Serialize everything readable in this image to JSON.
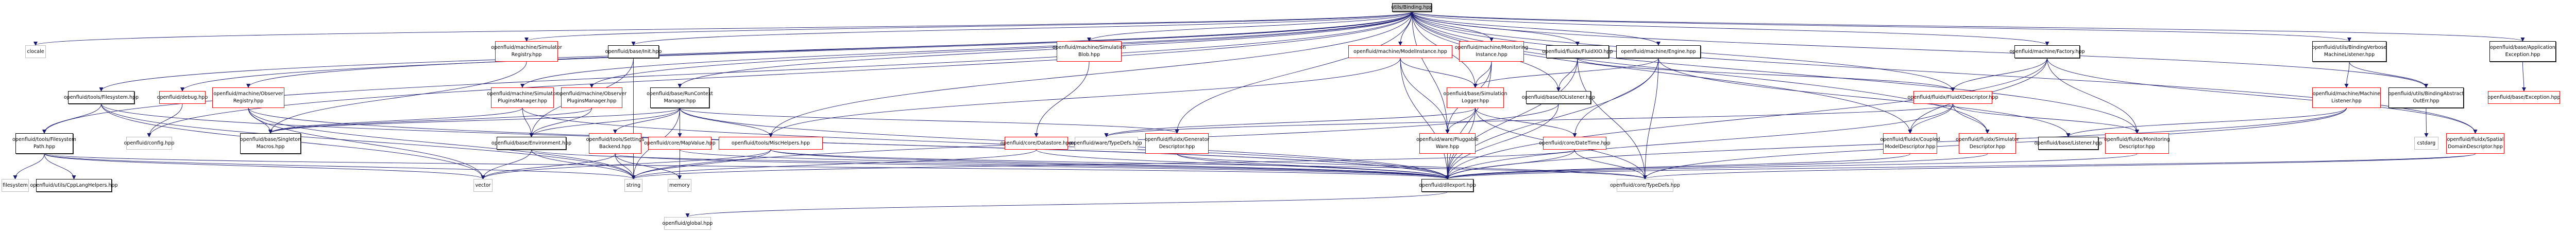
{
  "title": "utils/Binding.hpp include dependency graph",
  "colors": {
    "edge": "#191970",
    "root_fill": "#bfbfbf",
    "documented_border": "#000000",
    "incomplete_border": "#ff0000",
    "external_border": "#bfbfbf"
  },
  "root": "root",
  "nodes": [
    {
      "id": "root",
      "label": "utils/Binding.hpp",
      "kind": "root"
    },
    {
      "id": "clocale",
      "label": "clocale",
      "kind": "grey"
    },
    {
      "id": "fs",
      "label": "openfluid/tools/Filesystem.hpp",
      "kind": "black"
    },
    {
      "id": "fspath",
      "label": "openfluid/tools/Filesystem\nPath.hpp",
      "kind": "black"
    },
    {
      "id": "filesystem",
      "label": "filesystem",
      "kind": "grey"
    },
    {
      "id": "cpplang",
      "label": "openfluid/utils/CppLangHelpers.hpp",
      "kind": "black"
    },
    {
      "id": "debug",
      "label": "openfluid/debug.hpp",
      "kind": "red"
    },
    {
      "id": "config",
      "label": "openfluid/config.hpp",
      "kind": "grey"
    },
    {
      "id": "obsreg",
      "label": "openfluid/machine/Observer\nRegistry.hpp",
      "kind": "red"
    },
    {
      "id": "singleton",
      "label": "openfluid/base/Singleton\nMacros.hpp",
      "kind": "black"
    },
    {
      "id": "simreg",
      "label": "openfluid/machine/Simulator\nRegistry.hpp",
      "kind": "red"
    },
    {
      "id": "simplug",
      "label": "openfluid/machine/Simulator\nPluginsManager.hpp",
      "kind": "red"
    },
    {
      "id": "obsplug",
      "label": "openfluid/machine/Observer\nPluginsManager.hpp",
      "kind": "red"
    },
    {
      "id": "init",
      "label": "openfluid/base/Init.hpp",
      "kind": "black"
    },
    {
      "id": "env",
      "label": "openfluid/base/Environment.hpp",
      "kind": "black"
    },
    {
      "id": "runctx",
      "label": "openfluid/base/RunContext\nManager.hpp",
      "kind": "black"
    },
    {
      "id": "settings",
      "label": "openfluid/tools/Settings\nBackend.hpp",
      "kind": "red"
    },
    {
      "id": "mapvalue",
      "label": "openfluid/core/MapValue.hpp",
      "kind": "red"
    },
    {
      "id": "misc",
      "label": "openfluid/tools/MiscHelpers.hpp",
      "kind": "red"
    },
    {
      "id": "vector",
      "label": "vector",
      "kind": "grey"
    },
    {
      "id": "string",
      "label": "string",
      "kind": "grey"
    },
    {
      "id": "memory",
      "label": "memory",
      "kind": "grey"
    },
    {
      "id": "global",
      "label": "openfluid/global.hpp",
      "kind": "grey"
    },
    {
      "id": "simblob",
      "label": "openfluid/machine/Simulation\nBlob.hpp",
      "kind": "red"
    },
    {
      "id": "datastore",
      "label": "openfluid/core/Datastore.hpp",
      "kind": "red"
    },
    {
      "id": "waretypedefs",
      "label": "openfluid/ware/TypeDefs.hpp",
      "kind": "grey"
    },
    {
      "id": "gendesc",
      "label": "openfluid/fluidx/Generator\nDescriptor.hpp",
      "kind": "red"
    },
    {
      "id": "modelinst",
      "label": "openfluid/machine/ModelInstance.hpp",
      "kind": "red"
    },
    {
      "id": "moninst",
      "label": "openfluid/machine/Monitoring\nInstance.hpp",
      "kind": "red"
    },
    {
      "id": "simlog",
      "label": "openfluid/base/Simulation\nLogger.hpp",
      "kind": "red"
    },
    {
      "id": "pluggable",
      "label": "openfluid/ware/Pluggable\nWare.hpp",
      "kind": "red"
    },
    {
      "id": "dllexport",
      "label": "openfluid/dllexport.hpp",
      "kind": "black"
    },
    {
      "id": "fluidxio",
      "label": "openfluid/fluidx/FluidXIO.hpp",
      "kind": "black"
    },
    {
      "id": "iolistener",
      "label": "openfluid/base/IOListener.hpp",
      "kind": "black"
    },
    {
      "id": "engine",
      "label": "openfluid/machine/Engine.hpp",
      "kind": "black"
    },
    {
      "id": "datetime",
      "label": "openfluid/core/DateTime.hpp",
      "kind": "red"
    },
    {
      "id": "coretypedefs",
      "label": "openfluid/core/TypeDefs.hpp",
      "kind": "grey"
    },
    {
      "id": "factory",
      "label": "openfluid/machine/Factory.hpp",
      "kind": "black"
    },
    {
      "id": "fxdesc",
      "label": "openfluid/fluidx/FluidXDescriptor.hpp",
      "kind": "red"
    },
    {
      "id": "coupled",
      "label": "openfluid/fluidx/Coupled\nModelDescriptor.hpp",
      "kind": "red"
    },
    {
      "id": "simdesc",
      "label": "openfluid/fluidx/Simulator\nDescriptor.hpp",
      "kind": "red"
    },
    {
      "id": "listener",
      "label": "openfluid/base/Listener.hpp",
      "kind": "black"
    },
    {
      "id": "mondesc",
      "label": "openfluid/fluidx/Monitoring\nDescriptor.hpp",
      "kind": "red"
    },
    {
      "id": "verbose",
      "label": "openfluid/utils/BindingVerbose\nMachineListener.hpp",
      "kind": "black"
    },
    {
      "id": "machlistener",
      "label": "openfluid/machine/Machine\nListener.hpp",
      "kind": "red"
    },
    {
      "id": "abstractout",
      "label": "openfluid/utils/BindingAbstract\nOutErr.hpp",
      "kind": "black"
    },
    {
      "id": "cstdarg",
      "label": "cstdarg",
      "kind": "grey"
    },
    {
      "id": "spatial",
      "label": "openfluid/fluidx/Spatial\nDomainDescriptor.hpp",
      "kind": "red"
    },
    {
      "id": "appexc",
      "label": "openfluid/base/Application\nException.hpp",
      "kind": "black"
    },
    {
      "id": "exception",
      "label": "openfluid/base/Exception.hpp",
      "kind": "red"
    }
  ],
  "edges": [
    [
      "root",
      "clocale"
    ],
    [
      "root",
      "fs"
    ],
    [
      "root",
      "fspath"
    ],
    [
      "root",
      "config"
    ],
    [
      "root",
      "debug"
    ],
    [
      "root",
      "obsreg"
    ],
    [
      "root",
      "simreg"
    ],
    [
      "root",
      "simplug"
    ],
    [
      "root",
      "obsplug"
    ],
    [
      "root",
      "init"
    ],
    [
      "root",
      "runctx"
    ],
    [
      "root",
      "simblob"
    ],
    [
      "root",
      "modelinst"
    ],
    [
      "root",
      "moninst"
    ],
    [
      "root",
      "fluidxio"
    ],
    [
      "root",
      "iolistener"
    ],
    [
      "root",
      "engine"
    ],
    [
      "root",
      "factory"
    ],
    [
      "root",
      "fxdesc"
    ],
    [
      "root",
      "gendesc"
    ],
    [
      "root",
      "coupled"
    ],
    [
      "root",
      "simdesc"
    ],
    [
      "root",
      "mondesc"
    ],
    [
      "root",
      "verbose"
    ],
    [
      "root",
      "abstractout"
    ],
    [
      "root",
      "spatial"
    ],
    [
      "root",
      "appexc"
    ],
    [
      "root",
      "simlog"
    ],
    [
      "root",
      "pluggable"
    ],
    [
      "root",
      "misc"
    ],
    [
      "fs",
      "fspath"
    ],
    [
      "fs",
      "dllexport"
    ],
    [
      "fs",
      "string"
    ],
    [
      "fs",
      "vector"
    ],
    [
      "fspath",
      "filesystem"
    ],
    [
      "fspath",
      "cpplang"
    ],
    [
      "fspath",
      "dllexport"
    ],
    [
      "fspath",
      "string"
    ],
    [
      "fspath",
      "vector"
    ],
    [
      "debug",
      "config"
    ],
    [
      "obsreg",
      "singleton"
    ],
    [
      "obsreg",
      "dllexport"
    ],
    [
      "obsreg",
      "vector"
    ],
    [
      "obsreg",
      "string"
    ],
    [
      "simreg",
      "singleton"
    ],
    [
      "simplug",
      "singleton"
    ],
    [
      "simplug",
      "env"
    ],
    [
      "simplug",
      "dllexport"
    ],
    [
      "obsplug",
      "singleton"
    ],
    [
      "obsplug",
      "env"
    ],
    [
      "init",
      "string"
    ],
    [
      "init",
      "env"
    ],
    [
      "env",
      "vector"
    ],
    [
      "env",
      "string"
    ],
    [
      "env",
      "dllexport"
    ],
    [
      "runctx",
      "env"
    ],
    [
      "runctx",
      "singleton"
    ],
    [
      "runctx",
      "settings"
    ],
    [
      "runctx",
      "mapvalue"
    ],
    [
      "runctx",
      "misc"
    ],
    [
      "runctx",
      "dllexport"
    ],
    [
      "runctx",
      "string"
    ],
    [
      "runctx",
      "gendesc"
    ],
    [
      "settings",
      "string"
    ],
    [
      "settings",
      "memory"
    ],
    [
      "settings",
      "vector"
    ],
    [
      "settings",
      "dllexport"
    ],
    [
      "mapvalue",
      "memory"
    ],
    [
      "mapvalue",
      "dllexport"
    ],
    [
      "misc",
      "string"
    ],
    [
      "misc",
      "vector"
    ],
    [
      "misc",
      "dllexport"
    ],
    [
      "misc",
      "coretypedefs"
    ],
    [
      "simblob",
      "datastore"
    ],
    [
      "datastore",
      "dllexport"
    ],
    [
      "datastore",
      "string"
    ],
    [
      "gendesc",
      "dllexport"
    ],
    [
      "gendesc",
      "coretypedefs"
    ],
    [
      "modelinst",
      "simlog"
    ],
    [
      "modelinst",
      "pluggable"
    ],
    [
      "modelinst",
      "dllexport"
    ],
    [
      "modelinst",
      "misc"
    ],
    [
      "moninst",
      "simlog"
    ],
    [
      "moninst",
      "pluggable"
    ],
    [
      "moninst",
      "dllexport"
    ],
    [
      "simlog",
      "pluggable"
    ],
    [
      "simlog",
      "datetime"
    ],
    [
      "simlog",
      "dllexport"
    ],
    [
      "simlog",
      "coretypedefs"
    ],
    [
      "simlog",
      "waretypedefs"
    ],
    [
      "pluggable",
      "dllexport"
    ],
    [
      "fluidxio",
      "iolistener"
    ],
    [
      "fluidxio",
      "dllexport"
    ],
    [
      "fluidxio",
      "coretypedefs"
    ],
    [
      "fluidxio",
      "fxdesc"
    ],
    [
      "iolistener",
      "dllexport"
    ],
    [
      "iolistener",
      "string"
    ],
    [
      "engine",
      "simlog"
    ],
    [
      "engine",
      "datetime"
    ],
    [
      "engine",
      "dllexport"
    ],
    [
      "engine",
      "coretypedefs"
    ],
    [
      "engine",
      "listener"
    ],
    [
      "datetime",
      "dllexport"
    ],
    [
      "datetime",
      "coretypedefs"
    ],
    [
      "datetime",
      "string"
    ],
    [
      "factory",
      "fxdesc"
    ],
    [
      "factory",
      "coupled"
    ],
    [
      "factory",
      "mondesc"
    ],
    [
      "factory",
      "dllexport"
    ],
    [
      "factory",
      "spatial"
    ],
    [
      "fxdesc",
      "coupled"
    ],
    [
      "fxdesc",
      "simdesc"
    ],
    [
      "fxdesc",
      "dllexport"
    ],
    [
      "fxdesc",
      "mondesc"
    ],
    [
      "fxdesc",
      "waretypedefs"
    ],
    [
      "coupled",
      "dllexport"
    ],
    [
      "simdesc",
      "dllexport"
    ],
    [
      "mondesc",
      "dllexport"
    ],
    [
      "verbose",
      "machlistener"
    ],
    [
      "verbose",
      "abstractout"
    ],
    [
      "machlistener",
      "listener"
    ],
    [
      "machlistener",
      "dllexport"
    ],
    [
      "machlistener",
      "coretypedefs"
    ],
    [
      "abstractout",
      "cstdarg"
    ],
    [
      "spatial",
      "dllexport"
    ],
    [
      "spatial",
      "coretypedefs"
    ],
    [
      "appexc",
      "exception"
    ],
    [
      "dllexport",
      "global"
    ]
  ]
}
